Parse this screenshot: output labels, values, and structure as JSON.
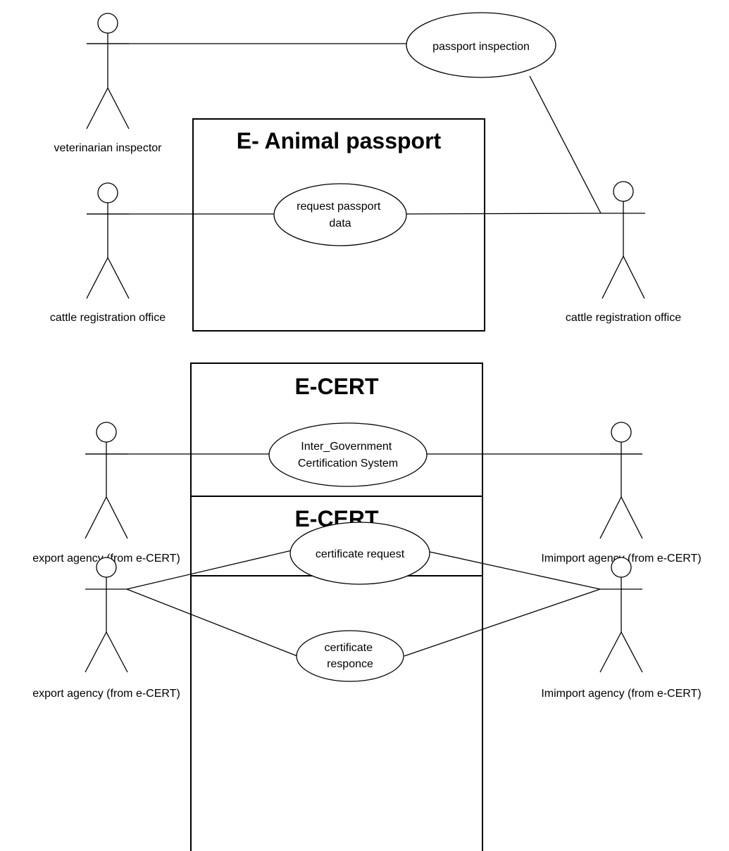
{
  "diagram": {
    "type": "uml-use-case",
    "systems": [
      {
        "id": "sys1",
        "title": "E- Animal passport"
      },
      {
        "id": "sys2",
        "title": "E-CERT"
      },
      {
        "id": "sys3",
        "title": "E-CERT"
      }
    ],
    "actors": [
      {
        "id": "a1",
        "label": "veterinarian inspector"
      },
      {
        "id": "a2",
        "label": "cattle registration office"
      },
      {
        "id": "a3",
        "label": "cattle registration office"
      },
      {
        "id": "a4",
        "label": "export agency (from e-CERT)"
      },
      {
        "id": "a5",
        "label": "Imimport agency (from e-CERT)"
      },
      {
        "id": "a6",
        "label": "export agency (from e-CERT)"
      },
      {
        "id": "a7",
        "label": "Imimport agency (from e-CERT)"
      }
    ],
    "use_cases": [
      {
        "id": "u1",
        "lines": [
          "passport inspection"
        ]
      },
      {
        "id": "u2",
        "lines": [
          "request passport",
          "data"
        ]
      },
      {
        "id": "u3",
        "lines": [
          "Inter_Government",
          "Certification System"
        ]
      },
      {
        "id": "u4",
        "lines": [
          "certificate request"
        ]
      },
      {
        "id": "u5",
        "lines": [
          "certificate",
          "responce"
        ]
      }
    ],
    "associations": [
      {
        "from": "a1",
        "to": "u1"
      },
      {
        "from": "u1",
        "to": "a3"
      },
      {
        "from": "a2",
        "to": "u2"
      },
      {
        "from": "u2",
        "to": "a3"
      },
      {
        "from": "a4",
        "to": "u3"
      },
      {
        "from": "u3",
        "to": "a5"
      },
      {
        "from": "a6",
        "to": "u4"
      },
      {
        "from": "a6",
        "to": "u5"
      },
      {
        "from": "u4",
        "to": "a7"
      },
      {
        "from": "u5",
        "to": "a7"
      }
    ]
  }
}
